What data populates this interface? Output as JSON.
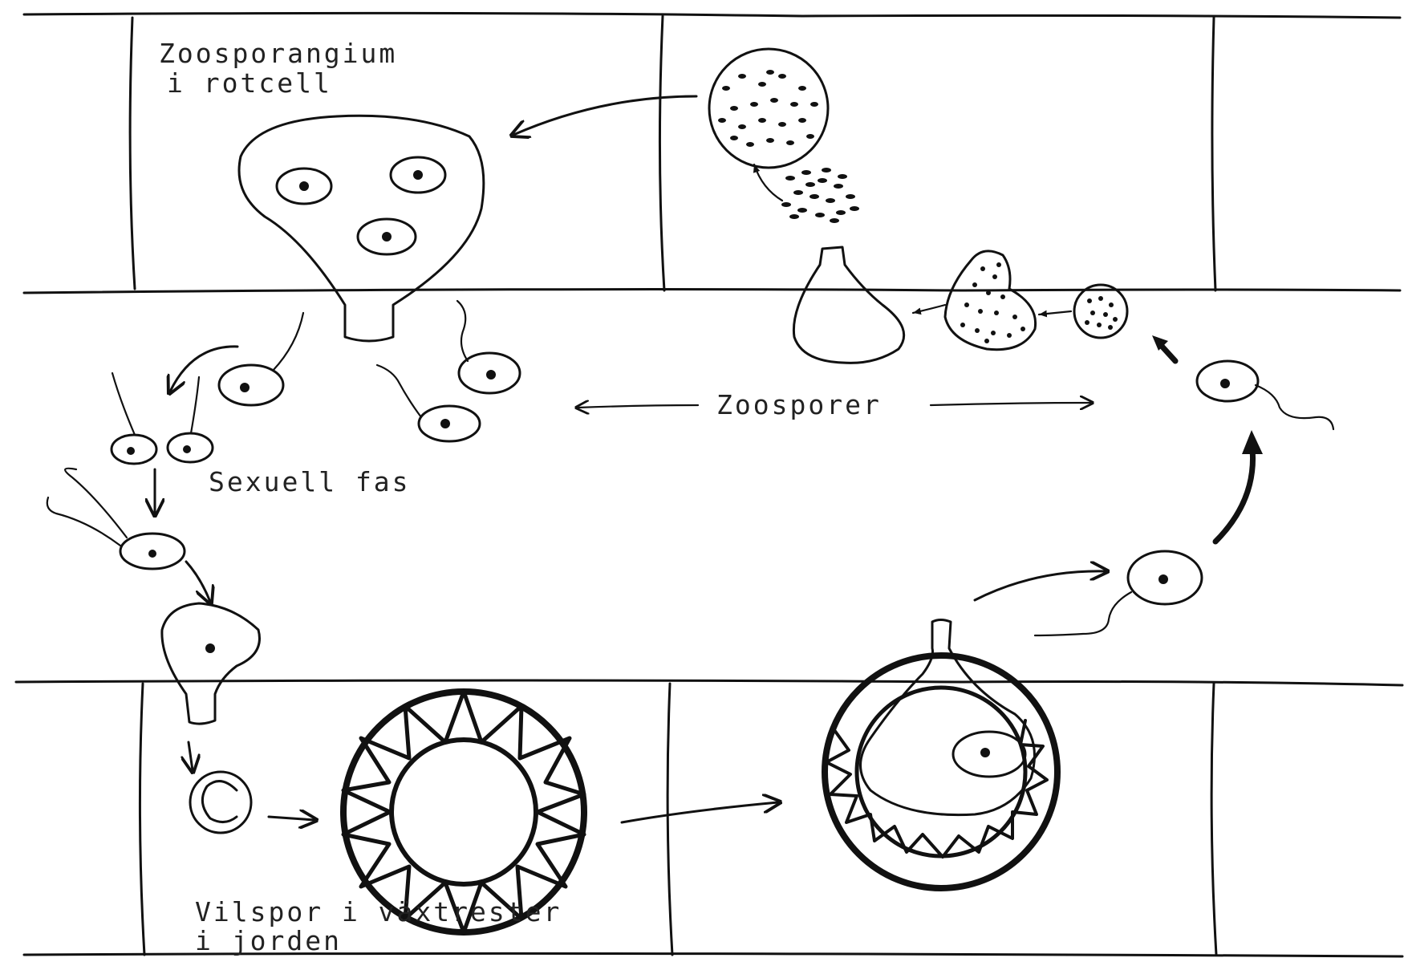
{
  "labels": {
    "zoosporangium_line1": "Zoosporangium",
    "zoosporangium_line2": "i rotcell",
    "zoosporer": "Zoosporer",
    "sexuell_fas": "Sexuell fas",
    "vilspor_line1": "Vilspor i växtrester",
    "vilspor_line2": "i jorden"
  },
  "colors": {
    "ink": "#111111",
    "paper": "#ffffff"
  }
}
